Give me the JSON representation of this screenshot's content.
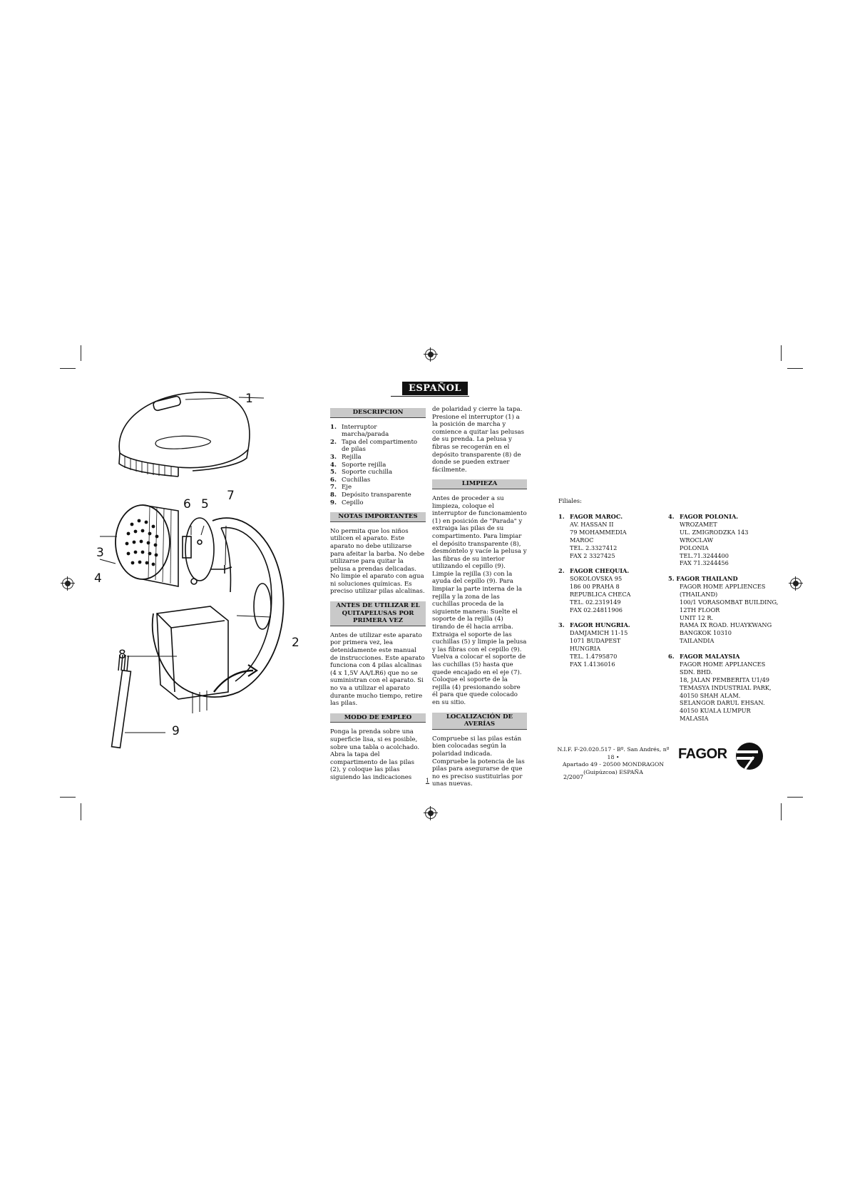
{
  "header": {
    "language": "ESPAÑOL"
  },
  "figure": {
    "callouts": [
      "1",
      "2",
      "3",
      "4",
      "5",
      "6",
      "7",
      "8",
      "9"
    ]
  },
  "descripcion": {
    "title": "DESCRIPCION",
    "items": [
      {
        "n": "1.",
        "text": "Interruptor marcha/parada"
      },
      {
        "n": "2.",
        "text": "Tapa del compartimento de pilas"
      },
      {
        "n": "3.",
        "text": "Rejilla"
      },
      {
        "n": "4.",
        "text": "Soporte rejilla"
      },
      {
        "n": "5.",
        "text": "Soporte cuchilla"
      },
      {
        "n": "6.",
        "text": "Cuchillas"
      },
      {
        "n": "7.",
        "text": "Eje"
      },
      {
        "n": "8.",
        "text": "Depósito transparente"
      },
      {
        "n": "9.",
        "text": "Cepillo"
      }
    ]
  },
  "notas": {
    "title": "NOTAS IMPORTANTES",
    "text": "No permita que los niños utilicen el aparato. Este aparato no debe utilizarse para afeitar la barba. No debe utilizarse para quitar la pelusa a prendas delicadas. No limpie el aparato con agua ni soluciones químicas. Es preciso utilizar pilas alcalinas."
  },
  "antes": {
    "title": "ANTES DE UTILIZAR EL QUITAPELUSAS POR PRIMERA VEZ",
    "text": "Antes de utilizar este aparato por primera vez, lea detenidamente este manual de instrucciones. Este aparato funciona con 4 pilas alcalinas (4 x 1,5V AA/LR6) que no se suministran con el aparato. Si no va a utilizar el aparato durante mucho tiempo, retire las pilas."
  },
  "modo": {
    "title": "MODO DE EMPLEO",
    "text1": "Ponga la prenda sobre una superficie lisa, si es posible, sobre una tabla o acolchado. Abra la tapa del compartimento de las pilas (2), y coloque las pilas siguiendo las indicaciones",
    "text2": "de polaridad y cierre la tapa. Presione el interruptor (1) a la posición de marcha y comience a quitar las pelusas de su prenda. La pelusa y fibras se recogerán en el depósito transparente (8) de donde se pueden extraer fácilmente."
  },
  "limpieza": {
    "title": "LIMPIEZA",
    "text": "Antes de proceder a su limpieza, coloque el interruptor de funcionamiento (1) en posición de \"Parada\" y extraiga las pilas de su compartimento. Para limpiar el depósito transparente (8), desmóntelo y vacíe la pelusa y las fibras de su interior utilizando el cepillo (9). Limpie la rejilla (3) con la ayuda del cepillo (9). Para limpiar la parte interna de la rejilla y la zona de las cuchillas proceda de la siguiente manera: Suelte el soporte de la rejilla (4) tirando de él hacia arriba. Extraiga el soporte de las cuchillas (5) y limpie la pelusa y las fibras con el cepillo (9). Vuelva a colocar el soporte de las cuchillas (5) hasta que quede encajado en el eje (7). Coloque el soporte de la rejilla (4) presionando sobre él para que quede colocado en su sitio."
  },
  "averias": {
    "title": "LOCALIZACIÓN DE AVERÍAS",
    "text": "Compruebe si las pilas están bien colocadas según la polaridad indicada. Compruebe la potencia de las pilas para asegurarse de que no es preciso sustituirlas por unas nuevas."
  },
  "page_number": "1",
  "filiales": {
    "label": "Filiales:",
    "left": [
      {
        "n": "1.",
        "name": "FAGOR MAROC.",
        "lines": [
          "AV. HASSAN II",
          "79 MOHAMMEDIA",
          "MAROC",
          "TEL. 2.3327412",
          "FAX 2 3327425"
        ]
      },
      {
        "n": "2.",
        "name": "FAGOR CHEQUIA.",
        "lines": [
          "SOKOLOVSKA 95",
          "186 00 PRAHA 8",
          "REPUBLICA CHECA",
          "TEL. 02.2319149",
          "FAX 02.24811906"
        ]
      },
      {
        "n": "3.",
        "name": "FAGOR HUNGRIA.",
        "lines": [
          "DAMJAMICH 11-15",
          "1071 BUDAPEST",
          "HUNGRIA",
          "TEL. 1.4795870",
          "FAX 1.4136016"
        ]
      }
    ],
    "right": [
      {
        "n": "4.",
        "name": "FAGOR POLONIA.",
        "lines": [
          "WROZAMET",
          "UL. ZMIGRODZKA 143",
          "WROCLAW",
          "POLONIA",
          "TEL.71.3244400",
          "FAX 71.3244456"
        ]
      },
      {
        "n": "5.",
        "name": "FAGOR THAILAND",
        "lines": [
          "FAGOR HOME APPLIENCES",
          "(THAILAND)",
          "100/1 VORASOMBAT BUILDING,",
          "12TH FLOOR",
          "UNIT 12 R.",
          "RAMA IX ROAD. HUAYKWANG",
          "BANGKOK  10310",
          "TAILANDIA"
        ]
      },
      {
        "n": "6.",
        "name": "FAGOR MALAYSIA",
        "lines": [
          "FAGOR HOME APPLIANCES",
          "SDN. BHD.",
          "18, JALAN PEMBERITA U1/49",
          "TEMASYA INDUSTRIAL PARK,",
          "40150 SHAH ALAM.",
          "SELANGOR DARUL EHSAN.",
          "40150  KUALA LUMPUR",
          "MALASIA"
        ]
      }
    ]
  },
  "company": {
    "address1": "N.I.F. F-20.020.517 - Bº. San Andrés, nº 18 •",
    "address2": "Apartado 49 - 20500 MONDRAGON",
    "address3": "(Guipúzcoa) ESPAÑA",
    "logo_text": "FAGOR",
    "date": "2/2007"
  }
}
